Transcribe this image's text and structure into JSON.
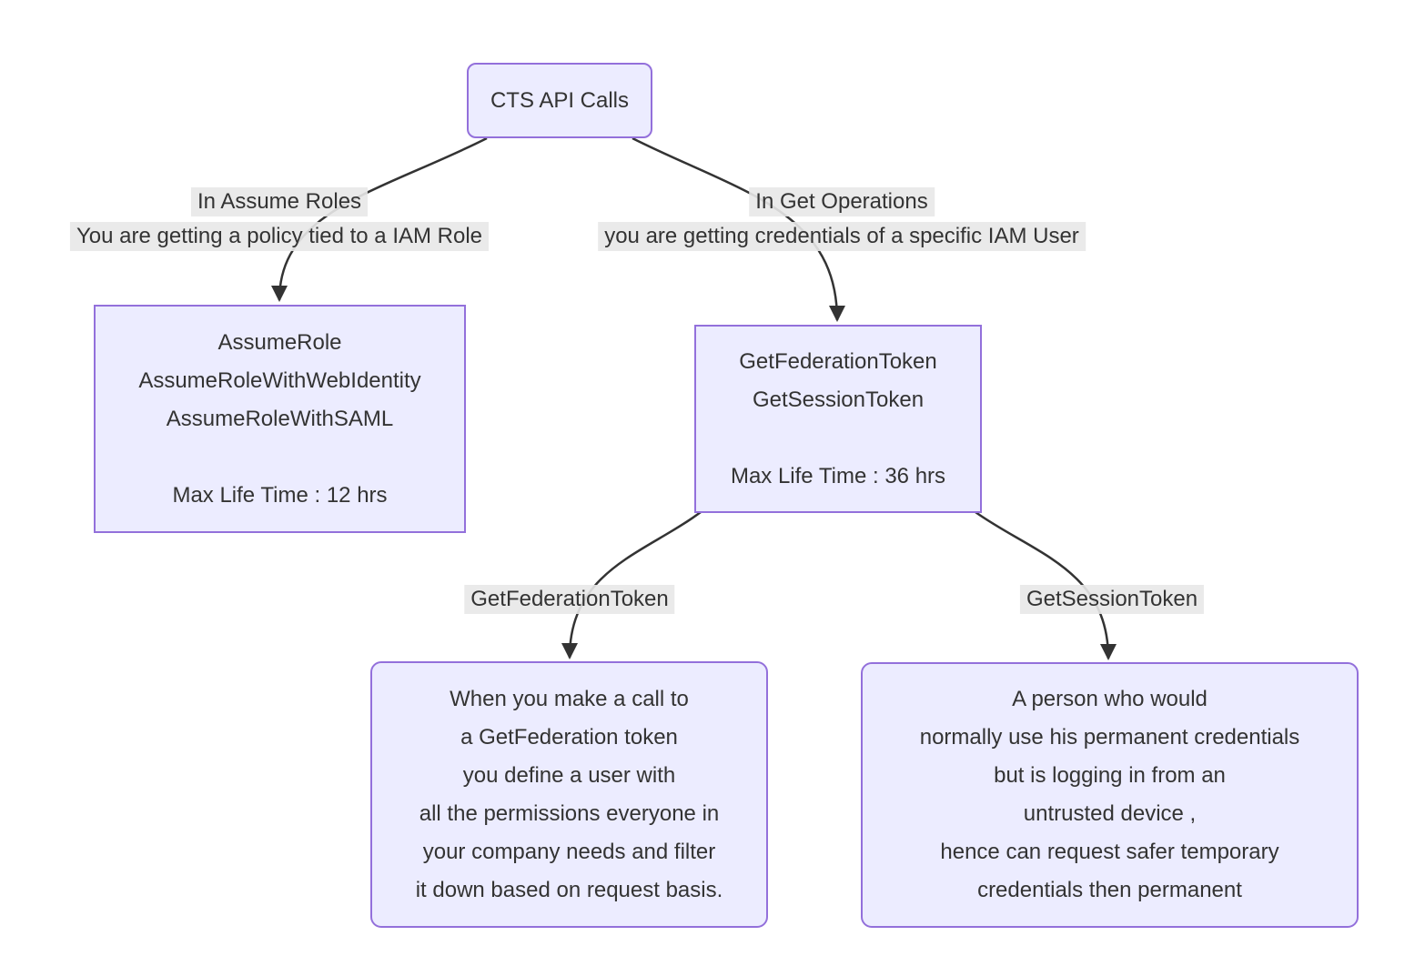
{
  "colors": {
    "background": "#ffffff",
    "node_fill": "#ECECFF",
    "node_border": "#9370DB",
    "edge_label_bg": "#e8e8e8",
    "text": "#333333",
    "line": "#333333"
  },
  "nodes": {
    "cts": {
      "label": "CTS API Calls"
    },
    "assume_apis": {
      "lines": [
        "AssumeRole",
        "AssumeRoleWithWebIdentity",
        "AssumeRoleWithSAML",
        "",
        "Max Life Time : 12 hrs"
      ]
    },
    "get_apis": {
      "lines": [
        "GetFederationToken",
        "GetSessionToken",
        "",
        "Max Life Time : 36 hrs"
      ]
    },
    "get_federation_desc": {
      "lines": [
        "When you make a call to",
        "a GetFederation token",
        "you define a user with",
        "all the permissions everyone in",
        "your company needs and filter",
        "it down based on request basis."
      ]
    },
    "get_session_desc": {
      "lines": [
        "A person who would",
        "normally use his permanent credentials",
        "but is logging in from an",
        "untrusted device ,",
        "hence can request safer temporary",
        "credentials then permanent"
      ]
    }
  },
  "edge_labels": {
    "assume_roles": {
      "lines": [
        "In Assume Roles",
        "You are getting a policy tied to a IAM Role"
      ]
    },
    "get_operations": {
      "lines": [
        "In Get Operations",
        "you are getting credentials of a specific IAM User"
      ]
    },
    "get_federation": {
      "lines": [
        "GetFederationToken"
      ]
    },
    "get_session": {
      "lines": [
        "GetSessionToken"
      ]
    }
  }
}
